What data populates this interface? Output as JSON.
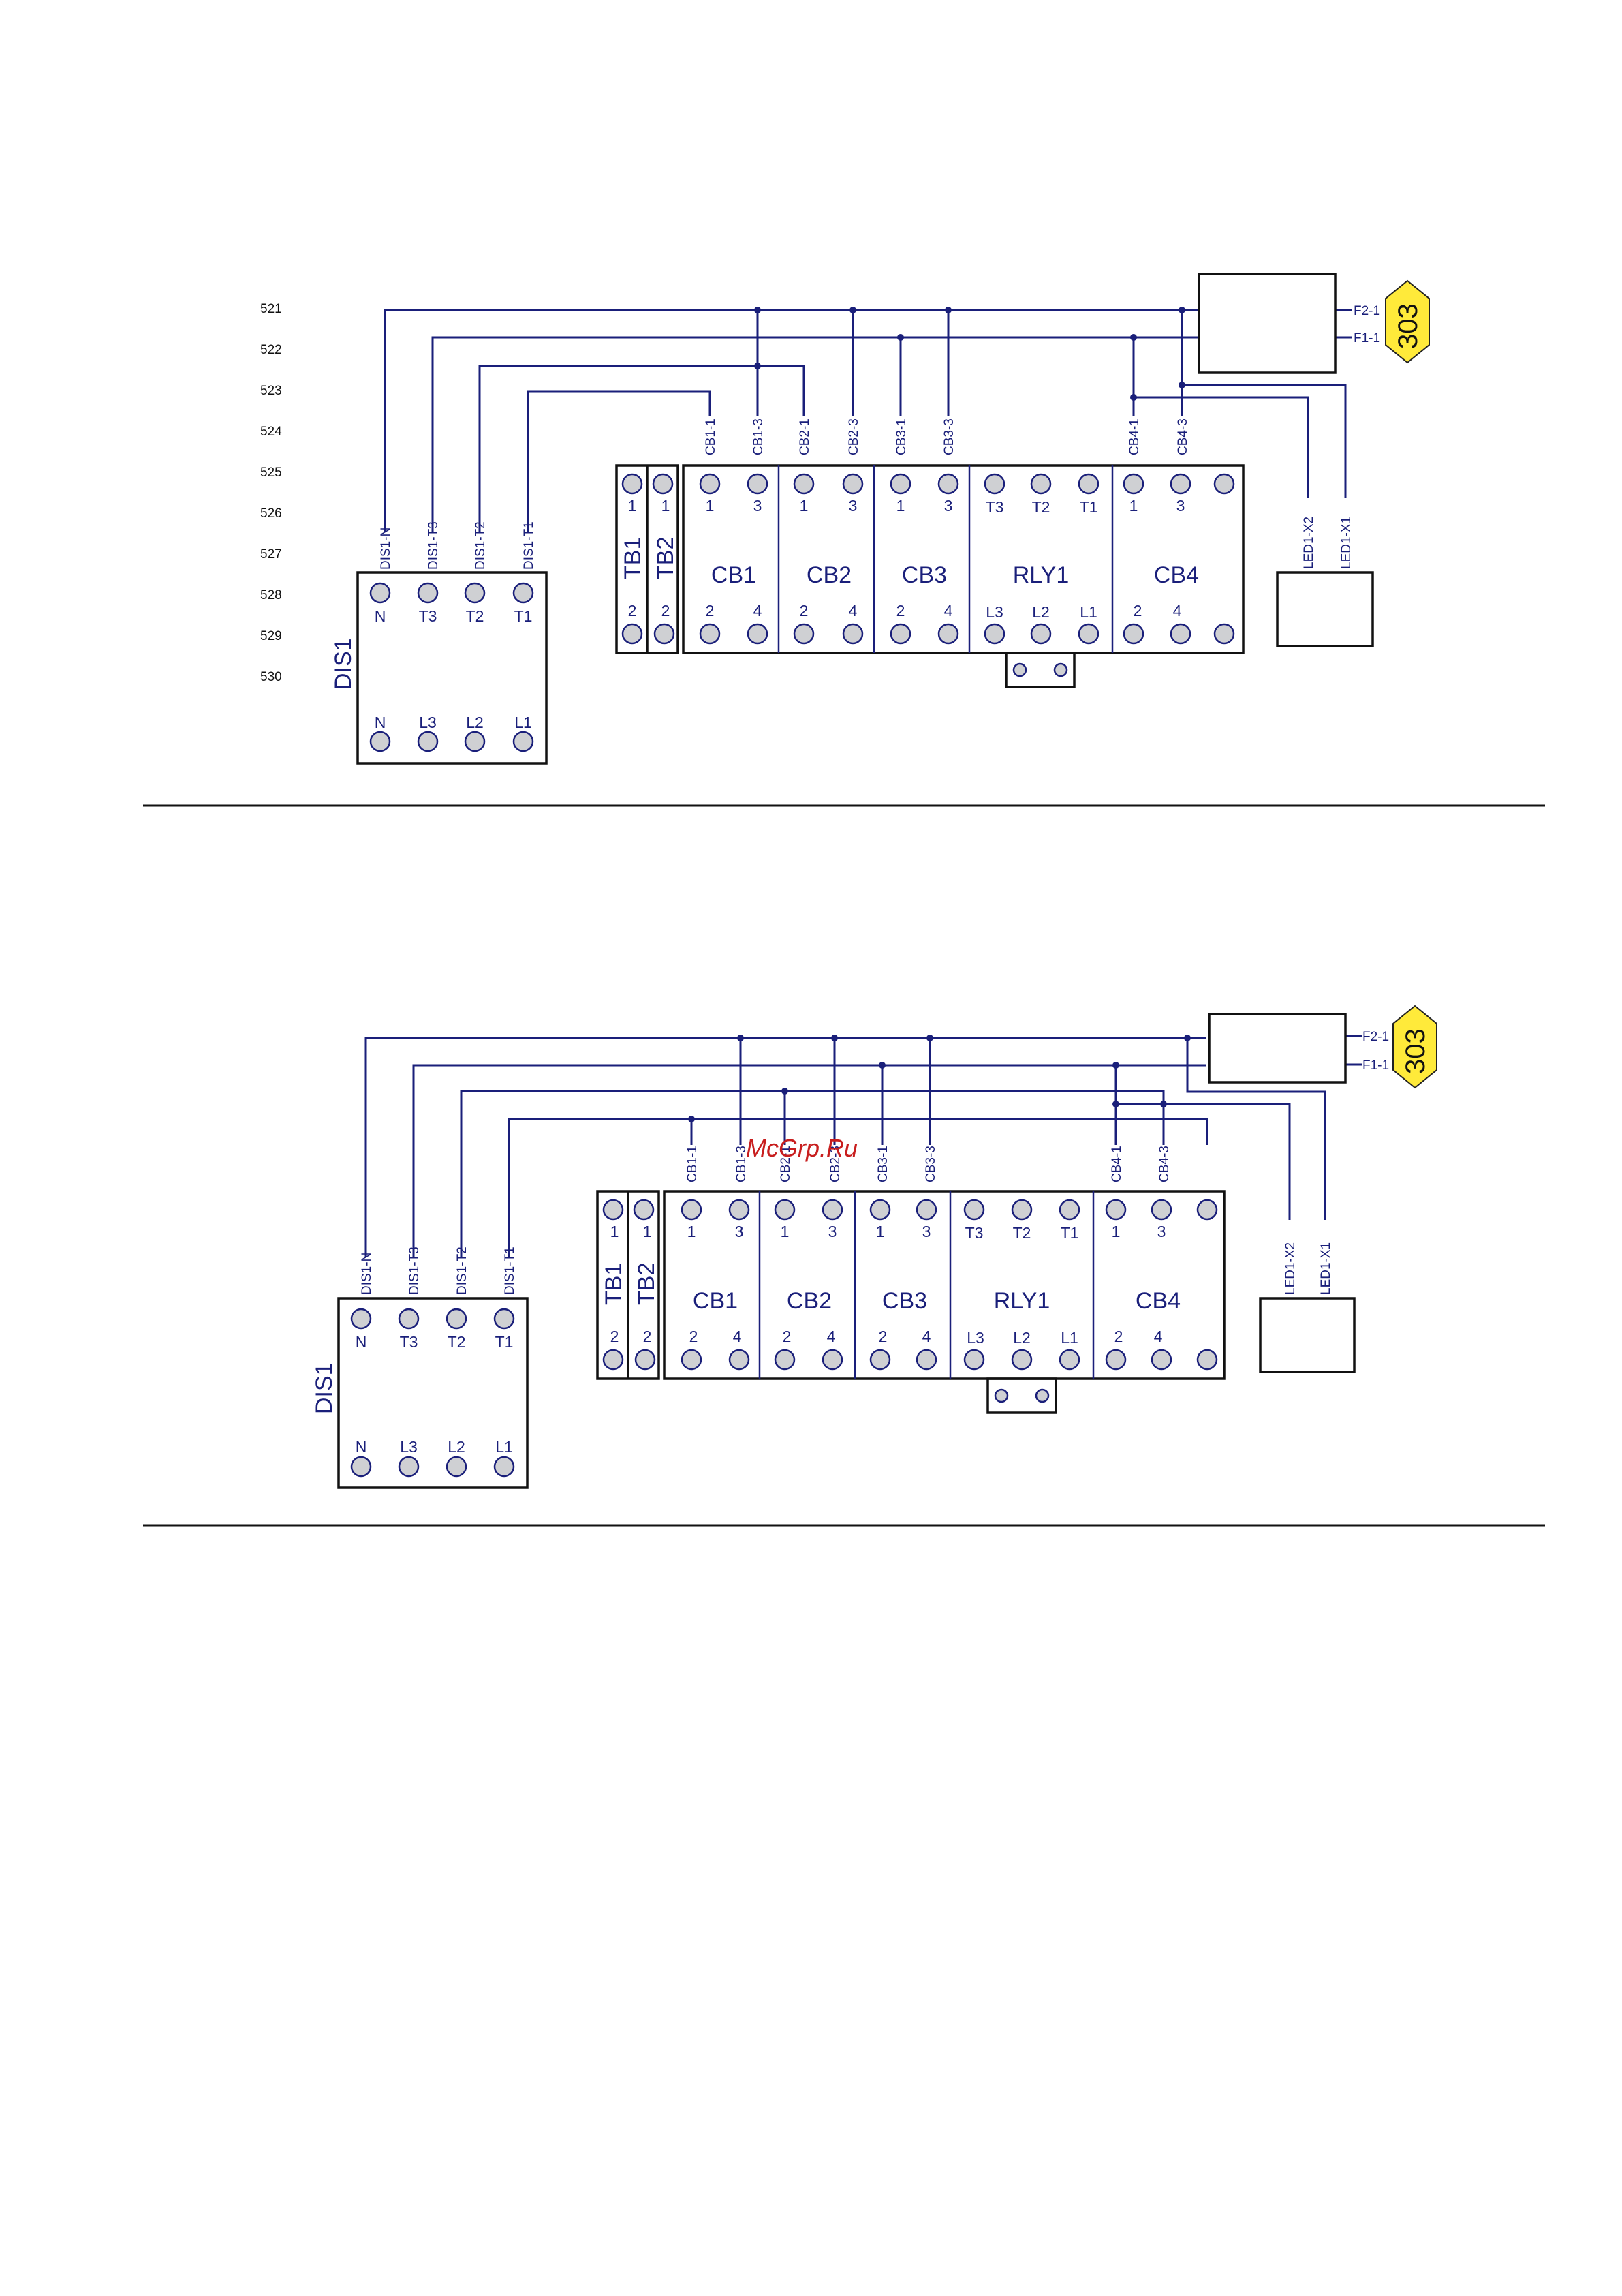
{
  "watermark": "McGrp.Ru",
  "page_ref": "303",
  "row_numbers": [
    "521",
    "522",
    "523",
    "524",
    "525",
    "526",
    "527",
    "528",
    "529",
    "530"
  ],
  "diagram1": {
    "dis": {
      "name": "DIS1",
      "top": [
        "N",
        "T3",
        "T2",
        "T1"
      ],
      "bottom": [
        "N",
        "L3",
        "L2",
        "L1"
      ]
    },
    "dis_wires": [
      "DIS1-N",
      "DIS1-T3",
      "DIS1-T2",
      "DIS1-T1"
    ],
    "tb1": {
      "name": "TB1",
      "top": "1",
      "bottom": "2"
    },
    "tb2": {
      "name": "TB2",
      "top": "1",
      "bottom": "2"
    },
    "cb1": {
      "name": "CB1",
      "top": [
        "1",
        "3"
      ],
      "bottom": [
        "2",
        "4"
      ]
    },
    "cb2": {
      "name": "CB2",
      "top": [
        "1",
        "3"
      ],
      "bottom": [
        "2",
        "4"
      ]
    },
    "cb3": {
      "name": "CB3",
      "top": [
        "1",
        "3"
      ],
      "bottom": [
        "2",
        "4"
      ]
    },
    "rly1": {
      "name": "RLY1",
      "top": [
        "T3",
        "T2",
        "T1"
      ],
      "bottom": [
        "L3",
        "L2",
        "L1"
      ]
    },
    "cb4": {
      "name": "CB4",
      "top": [
        "1",
        "3"
      ],
      "bottom": [
        "2",
        "4"
      ]
    },
    "comp_wires": [
      "CB1-1",
      "CB1-3",
      "CB2-1",
      "CB2-3",
      "CB3-1",
      "CB3-3",
      "CB4-1",
      "CB4-3"
    ],
    "led_wires": [
      "LED1-X2",
      "LED1-X1"
    ],
    "f_labels": [
      "F2-1",
      "F1-1"
    ]
  },
  "diagram2": {
    "dis": {
      "name": "DIS1",
      "top": [
        "N",
        "T3",
        "T2",
        "T1"
      ],
      "bottom": [
        "N",
        "L3",
        "L2",
        "L1"
      ]
    },
    "dis_wires": [
      "DIS1-N",
      "DIS1-T3",
      "DIS1-T2",
      "DIS1-T1"
    ],
    "tb1": {
      "name": "TB1",
      "top": "1",
      "bottom": "2"
    },
    "tb2": {
      "name": "TB2",
      "top": "1",
      "bottom": "2"
    },
    "cb1": {
      "name": "CB1",
      "top": [
        "1",
        "3"
      ],
      "bottom": [
        "2",
        "4"
      ]
    },
    "cb2": {
      "name": "CB2",
      "top": [
        "1",
        "3"
      ],
      "bottom": [
        "2",
        "4"
      ]
    },
    "cb3": {
      "name": "CB3",
      "top": [
        "1",
        "3"
      ],
      "bottom": [
        "2",
        "4"
      ]
    },
    "rly1": {
      "name": "RLY1",
      "top": [
        "T3",
        "T2",
        "T1"
      ],
      "bottom": [
        "L3",
        "L2",
        "L1"
      ]
    },
    "cb4": {
      "name": "CB4",
      "top": [
        "1",
        "3"
      ],
      "bottom": [
        "2",
        "4"
      ]
    },
    "comp_wires": [
      "CB1-1",
      "CB1-3",
      "CB2-1",
      "CB2-3",
      "CB3-1",
      "CB3-3",
      "CB4-1",
      "CB4-3"
    ],
    "led_wires": [
      "LED1-X2",
      "LED1-X1"
    ],
    "f_labels": [
      "F2-1",
      "F1-1"
    ]
  }
}
